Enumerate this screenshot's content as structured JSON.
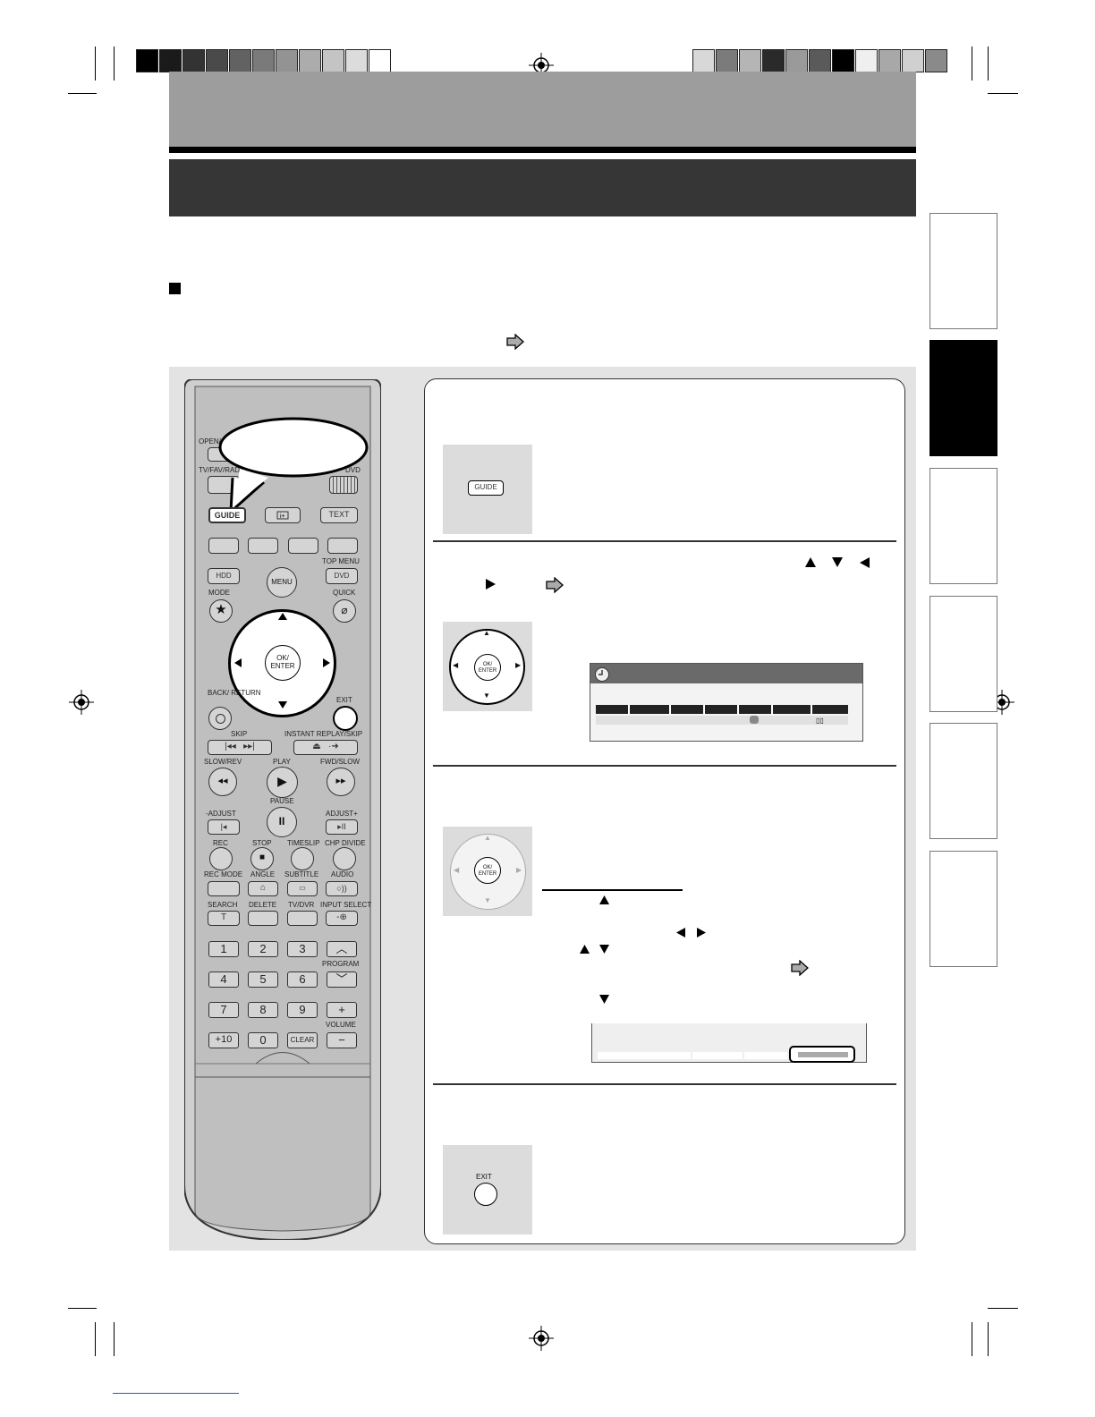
{
  "remote": {
    "callout": "",
    "labels": {
      "open": "OPEN/",
      "tvfav": "TV/FAV/RADIO",
      "dvd_top": "DVD",
      "guide": "GUIDE",
      "text": "TEXT",
      "top_menu": "TOP MENU",
      "hdd": "HDD",
      "dvd": "DVD",
      "menu": "MENU",
      "mode": "MODE",
      "quick": "QUICK",
      "ok_enter": "OK/ ENTER",
      "back_return": "BACK/ RETURN",
      "exit": "EXIT",
      "skip": "SKIP",
      "instant_replay": "INSTANT REPLAY/SKIP",
      "slow_rev": "SLOW/REV",
      "play": "PLAY",
      "fwd_slow": "FWD/SLOW",
      "pause": "PAUSE",
      "adjust_minus": "-ADJUST",
      "adjust_plus": "ADJUST+",
      "rec": "REC",
      "stop": "STOP",
      "timeslip": "TIMESLIP",
      "chp_divide": "CHP DIVIDE",
      "rec_mode": "REC MODE",
      "angle": "ANGLE",
      "subtitle": "SUBTITLE",
      "audio": "AUDIO",
      "search": "SEARCH",
      "delete": "DELETE",
      "tv_dvr": "TV/DVR",
      "input_select": "INPUT SELECT",
      "program": "PROGRAM",
      "volume": "VOLUME",
      "clear": "CLEAR",
      "plus10": "+10"
    },
    "numbers": [
      "1",
      "2",
      "3",
      "4",
      "5",
      "6",
      "7",
      "8",
      "9",
      "0"
    ]
  },
  "steps": {
    "guide_key": "GUIDE",
    "ok_key": "OK/ ENTER",
    "exit_key": "EXIT"
  },
  "icons": [
    "arrow-right-icon",
    "triangle-up-icon",
    "triangle-down-icon",
    "triangle-left-icon",
    "triangle-right-icon",
    "registration-mark-icon",
    "clock-icon"
  ],
  "colors": {
    "header_band": "#9d9d9d",
    "title_band": "#363636",
    "panel": "#e3e3e3",
    "active_tab": "#000000"
  }
}
